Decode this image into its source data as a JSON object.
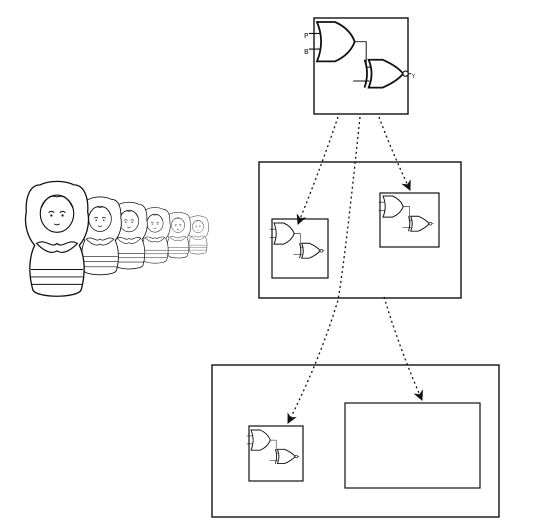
{
  "diagram": {
    "top_gate_inputs": [
      "P",
      "B"
    ],
    "top_gate_output": "Y",
    "nested_boxes": 3
  },
  "colors": {
    "stroke": "#111111",
    "background": "#ffffff"
  },
  "icons": {
    "dolls": "matryoshka-dolls-icon"
  }
}
